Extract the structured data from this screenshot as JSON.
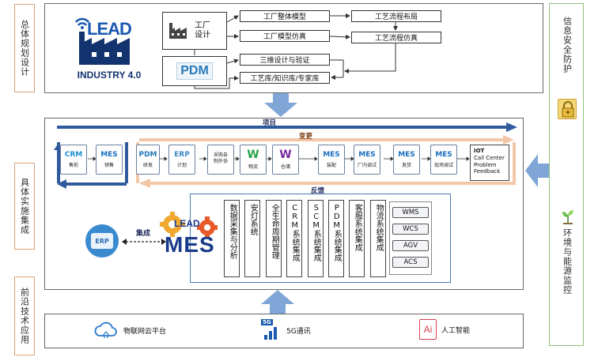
{
  "side_labels": {
    "planning": "总体规划设计",
    "implementation": "具体实施集成",
    "frontier": "前沿技术应用",
    "security": "信息安全防护",
    "environment": "环境与能源监控"
  },
  "logo": {
    "brand": "LEAD",
    "subtitle": "INDUSTRY 4.0"
  },
  "design": {
    "factory_design": "工厂设计",
    "pdm": "PDM",
    "overall_model": "工厂整体模型",
    "model_sim": "工厂模型仿真",
    "process_layout": "工艺流程布局",
    "process_sim": "工艺流程仿真",
    "design_verify": "三维设计与验证",
    "library": "工艺库/知识库/专家库"
  },
  "flow": {
    "project_label": "项目",
    "change_label": "变更",
    "feedback_label": "反馈",
    "chips": [
      {
        "logo": "CRM",
        "caption": "售前",
        "color": "#1a8fd1"
      },
      {
        "logo": "MES",
        "caption": "销售",
        "color": "#1a6fc1"
      },
      {
        "logo": "PDM",
        "caption": "研发",
        "color": "#1e7ab8"
      },
      {
        "logo": "ERP",
        "caption": "计划",
        "color": "#3a8ac8"
      },
      {
        "logo": "采购自制外协",
        "caption": "",
        "color": "#222222"
      },
      {
        "logo": "W",
        "caption": "物流",
        "color": "#2aa34a"
      },
      {
        "logo": "W",
        "caption": "仓储",
        "color": "#7a2a9a"
      },
      {
        "logo": "MES",
        "caption": "装配",
        "color": "#1a6fc1"
      },
      {
        "logo": "MES",
        "caption": "厂内调试",
        "color": "#1a6fc1"
      },
      {
        "logo": "MES",
        "caption": "发货",
        "color": "#1a6fc1"
      },
      {
        "logo": "MES",
        "caption": "现场调试",
        "color": "#1a6fc1"
      }
    ],
    "iot": [
      "IOT",
      "Call Center",
      "Problem",
      "Feedback"
    ]
  },
  "integration": {
    "erp": "ERP",
    "integrate_label": "集成",
    "mes_brand": "LEAD",
    "mes": "MES",
    "modules": [
      "数据采集与分析",
      "安灯系统",
      "全生命周期管理",
      "CRM系统集成",
      "SCM系统集成",
      "PDM系统集成",
      "客服系统集成",
      "物流系统集成"
    ],
    "logistics": [
      "WMS",
      "WCS",
      "AGV",
      "ACS"
    ]
  },
  "tech": {
    "cloud": "物联网云平台",
    "fiveg_icon": "5G",
    "fiveg": "5G通讯",
    "ai_icon": "Ai",
    "ai": "人工智能"
  },
  "colors": {
    "blue_bar": "#2f5b9e",
    "orange_bar": "#f2c6a6",
    "arrow_blue": "#7fa6d6",
    "border_green": "#8fc07a",
    "label_border": "#d8a27a"
  }
}
